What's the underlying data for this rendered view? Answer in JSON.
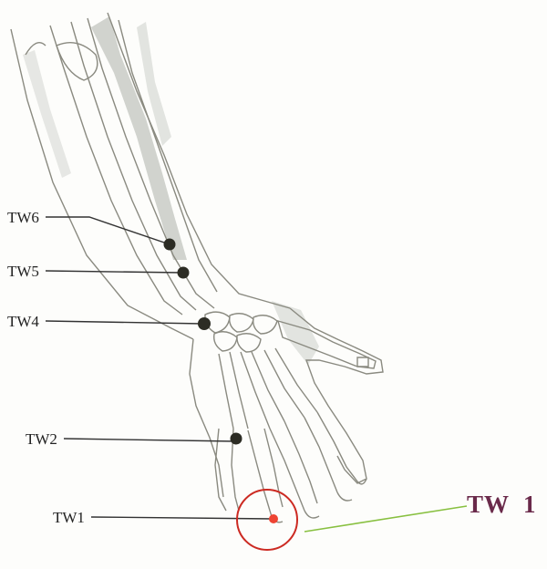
{
  "points": [
    {
      "id": "tw6",
      "label": "TW6"
    },
    {
      "id": "tw5",
      "label": "TW5"
    },
    {
      "id": "tw4",
      "label": "TW4"
    },
    {
      "id": "tw2",
      "label": "TW2"
    },
    {
      "id": "tw1",
      "label": "TW1"
    }
  ],
  "highlight": {
    "label": "TW  1"
  },
  "colors": {
    "outline": "#8a8a80",
    "shading": "#9aa096",
    "point": "#2c2c24",
    "highlight_point": "#ee4433",
    "highlight_ring": "#cc2a22",
    "connector": "#88c040",
    "highlight_label": "#6a2a4a",
    "leader": "#333333"
  }
}
